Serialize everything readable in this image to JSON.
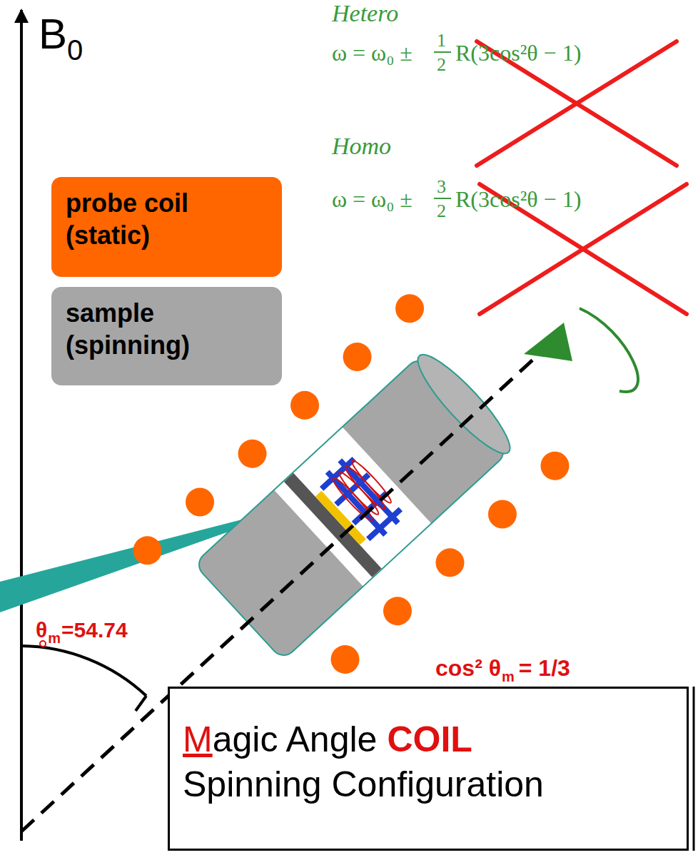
{
  "diagram": {
    "nodes": [
      {
        "text": [
          "probe coil (static)"
        ]
      },
      {
        "text": [
          "sample (spinning)"
        ]
      },
      {
        "text": [
          "Magic Angle",
          "COIL",
          "Spinning Configuration"
        ]
      }
    ],
    "edges": [],
    "labels": [
      "Hetero",
      "ω = ω₀ ±",
      "1",
      "2",
      "R(3cos²θ − 1)",
      "Homo",
      "ω = ω₀ ±",
      "3",
      "2",
      "R(3cos²θ − 1)",
      "B",
      "0",
      "θ",
      "m",
      "=54.74",
      "cos² θ",
      "m",
      "= 1/3"
    ]
  }
}
